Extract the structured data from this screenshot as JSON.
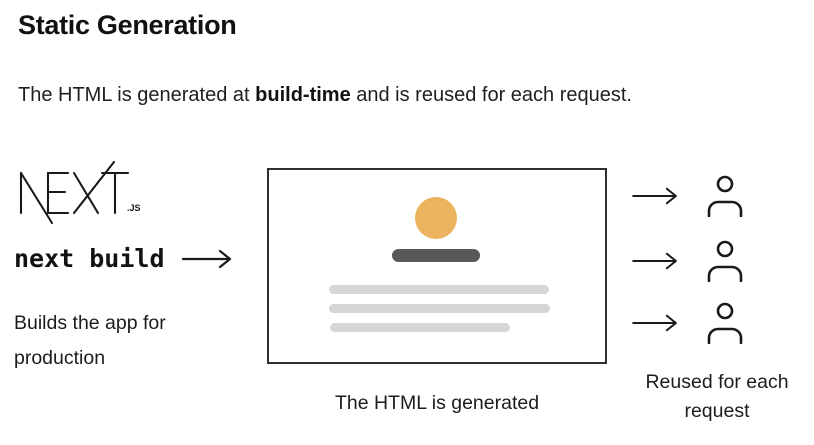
{
  "header": {
    "title": "Static Generation",
    "subtitle": {
      "prefix": "The HTML is generated at ",
      "bold": "build-time",
      "suffix": " and is reused for each request."
    }
  },
  "build_side": {
    "logo_text": "NEXT",
    "logo_suffix": ".JS",
    "command": "next build",
    "description_line1": "Builds the app for",
    "description_line2": "production"
  },
  "preview_box": {
    "caption": "The HTML is generated",
    "content": {
      "shapes": [
        "avatar-circle",
        "title-bar",
        "text-line",
        "text-line",
        "text-line-short"
      ]
    }
  },
  "requests": {
    "count": 3,
    "caption_line1": "Reused for each",
    "caption_line2": "request"
  },
  "icons": {
    "arrow": "arrow-right-icon",
    "person": "person-icon"
  },
  "colors": {
    "accent_circle": "#ecb45f",
    "dark_bar": "#58585a",
    "light_bar": "#d6d6d6",
    "box_border": "#2f2f2f",
    "text": "#1b1b1b"
  }
}
